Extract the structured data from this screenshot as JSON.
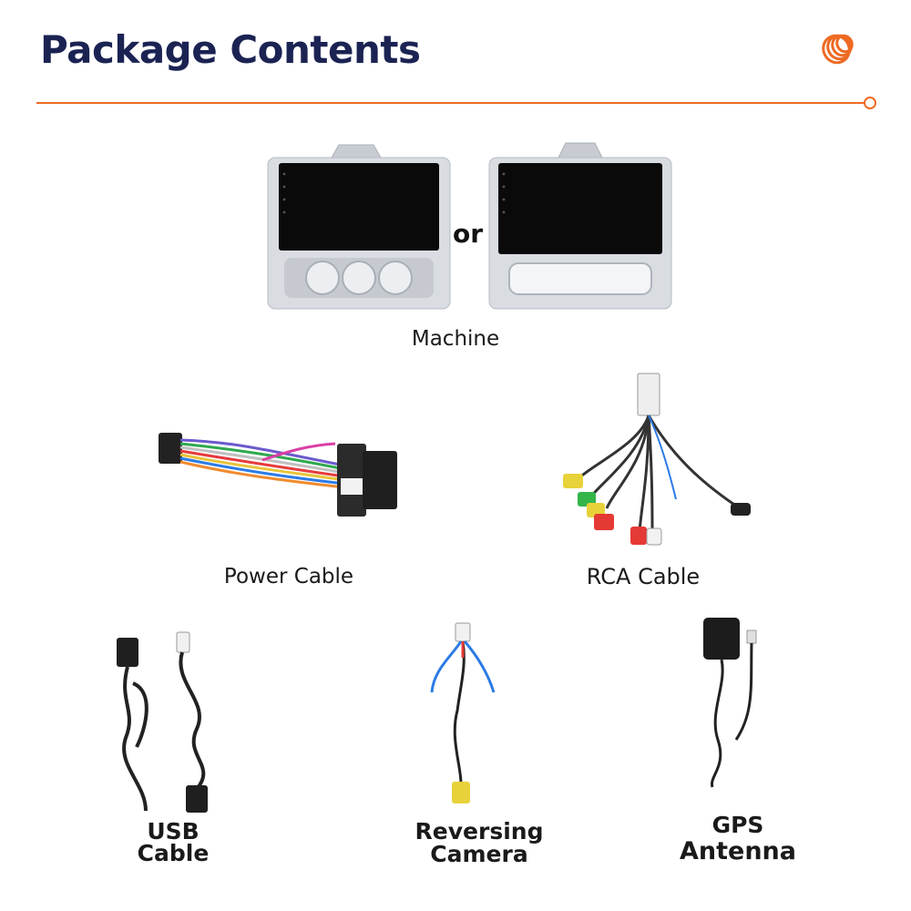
{
  "header": {
    "title": "Package Contents",
    "accent_color": "#ee6a22",
    "title_color": "#1b2353",
    "logo_icon": "orange-coil-logo-icon"
  },
  "machine": {
    "label": "Machine",
    "separator": "or"
  },
  "items": {
    "power_cable": "Power Cable",
    "rca_cable": "RCA Cable",
    "usb_cable_line1": "USB",
    "usb_cable_line2": "Cable",
    "reversing_camera_line1": "Reversing",
    "reversing_camera_line2": "Camera",
    "gps_antenna_line1": "GPS",
    "gps_antenna_line2": "Antenna"
  }
}
